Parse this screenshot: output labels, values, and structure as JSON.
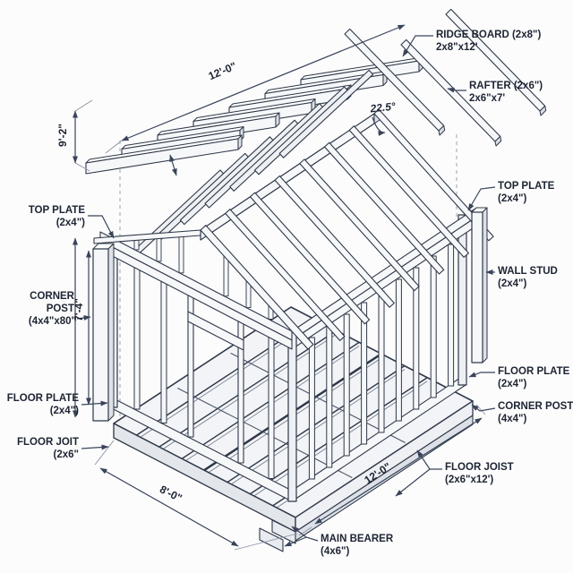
{
  "colors": {
    "ink": "#2e3848",
    "line_light": "#6b7687",
    "wood_white": "#f6f7f9",
    "wood_mid": "#e3e6eb",
    "wood_dark": "#dde1e7",
    "label_text": "#1d2433",
    "background": "#fcfcfc"
  },
  "annotations": {
    "ridge_board": {
      "l1": "RIDGE BOARD (2x8\")",
      "l2": "2x8\"x12'"
    },
    "rafter": {
      "l1": "RAFTER (2x6\")",
      "l2": "2x6\"x7'"
    },
    "top_plate_right": {
      "l1": "TOP PLATE",
      "l2": "(2x4\")"
    },
    "wall_stud": {
      "l1": "WALL STUD",
      "l2": "(2x4\")"
    },
    "floor_plate_right": {
      "l1": "FLOOR PLATE",
      "l2": "(2x4\")"
    },
    "corner_post_right": {
      "l1": "CORNER POST",
      "l2": "(4x4\")"
    },
    "floor_joist_right": {
      "l1": "FLOOR JOIST",
      "l2": "(2x6\"x12')"
    },
    "main_bearer": {
      "l1": "MAIN BEARER",
      "l2": "(4x6\")"
    },
    "top_plate_left": {
      "l1": "TOP PLATE",
      "l2": "(2x4\")"
    },
    "corner_post_left": {
      "l1": "CORNER",
      "l2": "POST",
      "l3": "(4x4\"x80\""
    },
    "floor_plate_left": {
      "l1": "FLOOR PLATE",
      "l2": "(2x4\")"
    },
    "floor_joist_left": {
      "l1": "FLOOR JOIT",
      "l2": "(2x6\""
    }
  },
  "dimensions": {
    "roof_length": "12'-0\"",
    "roof_height": "9'-2\"",
    "post_height": "7'-4\"",
    "floor_width": "8'-0\"",
    "floor_length": "12'-0\"",
    "roof_pitch_angle": "22.5°"
  }
}
